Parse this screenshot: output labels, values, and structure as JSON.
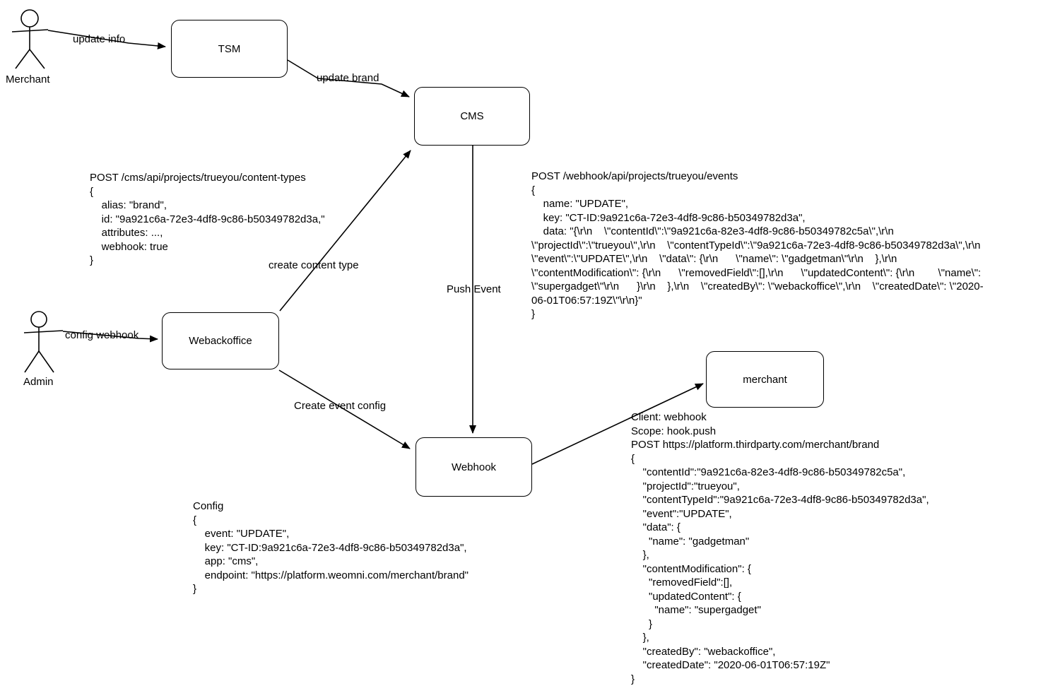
{
  "canvas": {
    "background_color": "#ffffff",
    "stroke_color": "#000000",
    "text_color": "#000000"
  },
  "actors": {
    "merchant": {
      "label": "Merchant"
    },
    "admin": {
      "label": "Admin"
    }
  },
  "nodes": {
    "tsm": {
      "label": "TSM"
    },
    "cms": {
      "label": "CMS"
    },
    "webackoffice": {
      "label": "Webackoffice"
    },
    "webhook": {
      "label": "Webhook"
    },
    "merchant": {
      "label": "merchant"
    }
  },
  "edges": {
    "update_info": {
      "label": "update info"
    },
    "update_brand": {
      "label": "update brand"
    },
    "create_content_type": {
      "label": "create content type"
    },
    "config_webhook": {
      "label": "config webhook"
    },
    "create_event_config": {
      "label": "Create event config"
    },
    "push_event": {
      "label": "Push Event"
    }
  },
  "annotations": {
    "cms_post": {
      "lines": [
        "POST /cms/api/projects/trueyou/content-types",
        "{",
        "    alias: \"brand\",",
        "    id: \"9a921c6a-72e3-4df8-9c86-b50349782d3a,\"",
        "    attributes: ...,",
        "    webhook: true",
        "}"
      ]
    },
    "webhook_post": {
      "lines": [
        "POST /webhook/api/projects/trueyou/events",
        "{",
        "    name: \"UPDATE\",",
        "    key: \"CT-ID:9a921c6a-72e3-4df8-9c86-b50349782d3a\",",
        "    data: \"{\\r\\n    \\\"contentId\\\":\\\"9a921c6a-82e3-4df8-9c86-b50349782c5a\\\",\\r\\n",
        "\\\"projectId\\\":\\\"trueyou\\\",\\r\\n    \\\"contentTypeId\\\":\\\"9a921c6a-72e3-4df8-9c86-b50349782d3a\\\",\\r\\n",
        "\\\"event\\\":\\\"UPDATE\\\",\\r\\n    \\\"data\\\": {\\r\\n      \\\"name\\\": \\\"gadgetman\\\"\\r\\n    },\\r\\n",
        "\\\"contentModification\\\": {\\r\\n      \\\"removedField\\\":[],\\r\\n      \\\"updatedContent\\\": {\\r\\n        \\\"name\\\":",
        "\\\"supergadget\\\"\\r\\n      }\\r\\n    },\\r\\n    \\\"createdBy\\\": \\\"webackoffice\\\",\\r\\n    \\\"createdDate\\\": \\\"2020-",
        "06-01T06:57:19Z\\\"\\r\\n}\"",
        "}"
      ]
    },
    "merchant_delivery": {
      "lines": [
        "Client: webhook",
        "Scope: hook.push",
        "POST https://platform.thirdparty.com/merchant/brand",
        "{",
        "    \"contentId\":\"9a921c6a-82e3-4df8-9c86-b50349782c5a\",",
        "    \"projectId\":\"trueyou\",",
        "    \"contentTypeId\":\"9a921c6a-72e3-4df8-9c86-b50349782d3a\",",
        "    \"event\":\"UPDATE\",",
        "    \"data\": {",
        "      \"name\": \"gadgetman\"",
        "    },",
        "    \"contentModification\": {",
        "      \"removedField\":[],",
        "      \"updatedContent\": {",
        "        \"name\": \"supergadget\"",
        "      }",
        "    },",
        "    \"createdBy\": \"webackoffice\",",
        "    \"createdDate\": \"2020-06-01T06:57:19Z\"",
        "}"
      ]
    },
    "config": {
      "lines": [
        "Config",
        "{",
        "    event: \"UPDATE\",",
        "    key: \"CT-ID:9a921c6a-72e3-4df8-9c86-b50349782d3a\",",
        "    app: \"cms\",",
        "    endpoint: \"https://platform.weomni.com/merchant/brand\"",
        "}"
      ]
    }
  }
}
